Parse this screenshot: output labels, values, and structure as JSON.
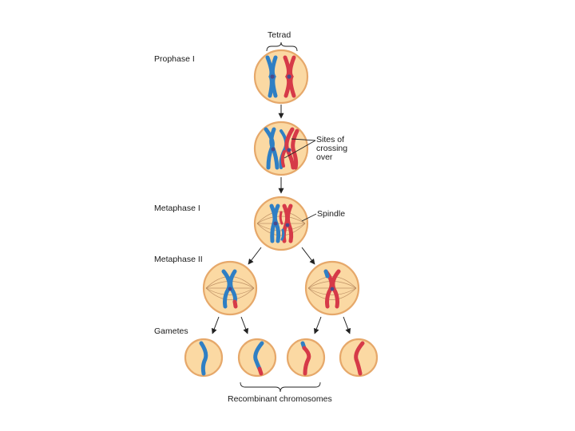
{
  "labels": {
    "tetrad": "Tetrad",
    "crossing_line1": "Sites of",
    "crossing_line2": "crossing",
    "crossing_line3": "over",
    "spindle": "Spindle",
    "recombinant": "Recombinant chromosomes"
  },
  "stages": {
    "prophase": "Prophase I",
    "metaphase1": "Metaphase I",
    "metaphase2": "Metaphase II",
    "gametes": "Gametes"
  },
  "colors": {
    "cell_fill": "#fbd9a3",
    "cell_border": "#e6a86a",
    "chromosome_blue": "#2f7fc4",
    "chromosome_red": "#d63a48",
    "centromere": "#4a4a8a"
  }
}
